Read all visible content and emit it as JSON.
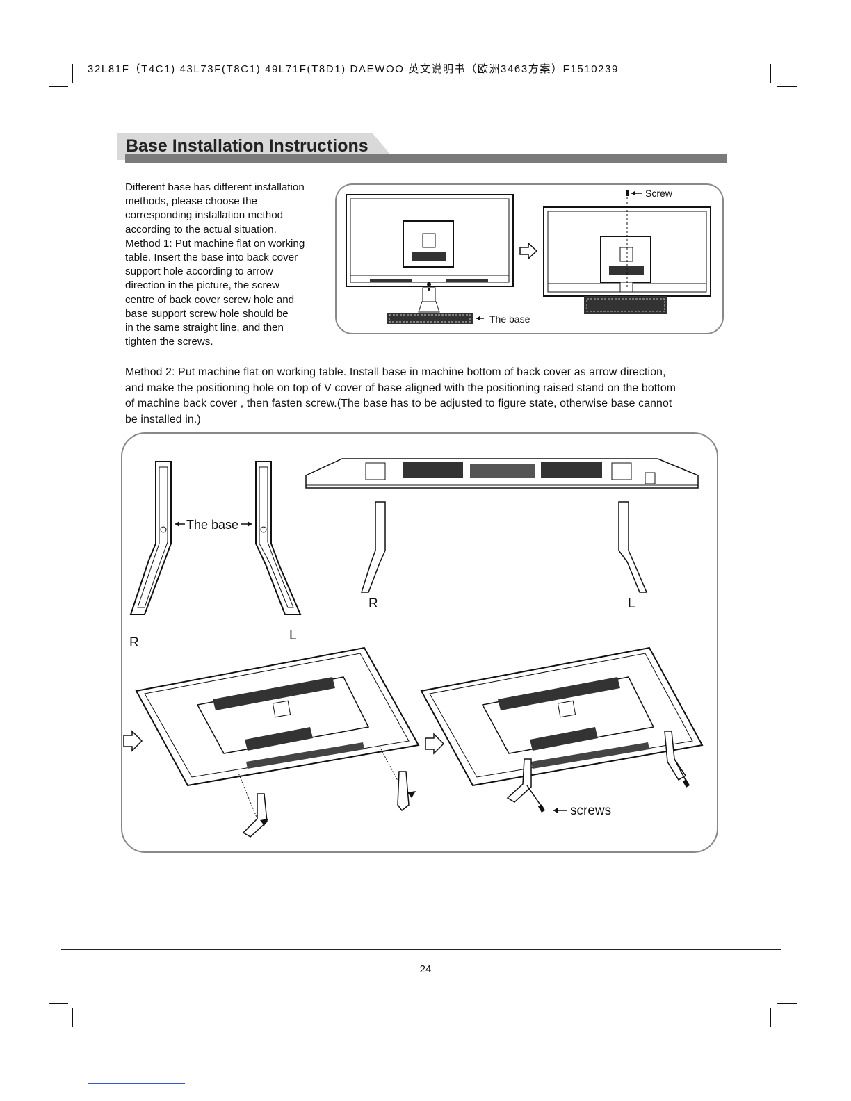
{
  "header": {
    "doc_id": "32L81F（T4C1) 43L73F(T8C1) 49L71F(T8D1) DAEWOO 英文说明书（欧洲3463方案）F1510239"
  },
  "section": {
    "title": "Base Installation Instructions"
  },
  "method1": {
    "lines": [
      "Different base has different installation",
      "methods, please choose the",
      "corresponding installation method",
      "according to the actual situation.",
      "Method 1: Put machine flat on working",
      "table. Insert the base into back cover",
      "support hole according to arrow",
      "direction in the picture, the screw",
      "centre of back cover screw hole and",
      "base support screw hole should be",
      "in the same straight line, and then",
      "tighten the screws."
    ]
  },
  "figure1": {
    "screw_label": "Screw",
    "base_label": "The base"
  },
  "method2": {
    "lines": [
      "Method 2: Put machine flat on working table. Install base in machine bottom of back cover as arrow direction,",
      "and make the positioning hole on top of V cover of base aligned with the positioning raised stand on the bottom",
      "of machine back cover , then fasten screw.(The base has to be adjusted to figure state, otherwise base cannot",
      "be installed in.)"
    ]
  },
  "figure2": {
    "base_label": "The base",
    "left_stand_R": "R",
    "left_stand_L": "L",
    "top_stand_R": "R",
    "top_stand_L": "L",
    "screws_label": "screws"
  },
  "footer": {
    "page_number": "24"
  }
}
